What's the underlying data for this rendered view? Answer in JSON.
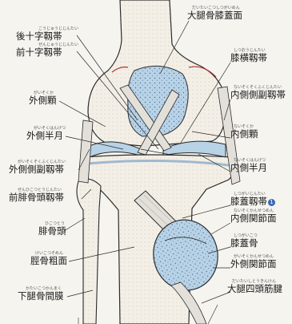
{
  "labels": {
    "femur_patellar_surface": {
      "text": "大腿骨膝蓋面",
      "ruby": "だいたいこつしつがいめん"
    },
    "posterior_cruciate": {
      "text": "後十字靱帯",
      "ruby": "こうじゅうじじんたい"
    },
    "transverse_ligament": {
      "text": "膝横靱帯",
      "ruby": "しつおうじんたい"
    },
    "anterior_cruciate": {
      "text": "前十字靱帯",
      "ruby": "ぜんじゅうじじんたい"
    },
    "medial_collateral": {
      "text": "内側側副靱帯",
      "ruby": "ないそくそくふくじんたい"
    },
    "lateral_condyle": {
      "text": "外側顆",
      "ruby": "がいそくか"
    },
    "medial_condyle": {
      "text": "内側顆",
      "ruby": "ないそくか"
    },
    "lateral_meniscus": {
      "text": "外側半月",
      "ruby": "がいそくはんげつ"
    },
    "medial_meniscus": {
      "text": "内側半月",
      "ruby": "ないそくはんげつ"
    },
    "lateral_collateral": {
      "text": "外側側副靱帯",
      "ruby": "がいそくそくふくじんたい"
    },
    "anterior_fibular_head_ligament": {
      "text": "前腓骨頭靱帯",
      "ruby": "ぜんひこつとうじんたい"
    },
    "patellar_ligament": {
      "text": "膝蓋靱帯",
      "ruby": "しつがいじんたい",
      "badge": "1"
    },
    "medial_articular_surface": {
      "text": "内側関節面",
      "ruby": "ないそくかんせつめん"
    },
    "fibular_head": {
      "text": "腓骨頭",
      "ruby": "ひこつとう"
    },
    "patella": {
      "text": "膝蓋骨",
      "ruby": "しつがいこつ"
    },
    "tibial_tuberosity": {
      "text": "脛骨粗面",
      "ruby": "けいこつそめん"
    },
    "lateral_articular_surface": {
      "text": "外側関節面",
      "ruby": "がいそくかんせつめん"
    },
    "interosseous_membrane": {
      "text": "下腿骨間膜",
      "ruby": "かたいこつかんまく"
    },
    "quadriceps_tendon": {
      "text": "大腿四頭筋腱",
      "ruby": "だいたいしとうきんけん"
    }
  },
  "colors": {
    "bone": "#f3efe6",
    "cartilage": "#b8d2e6",
    "ligament": "#e3e0da",
    "outline": "#2a2a2a",
    "accent": "#b0322f",
    "badge": "#3a69b8"
  }
}
